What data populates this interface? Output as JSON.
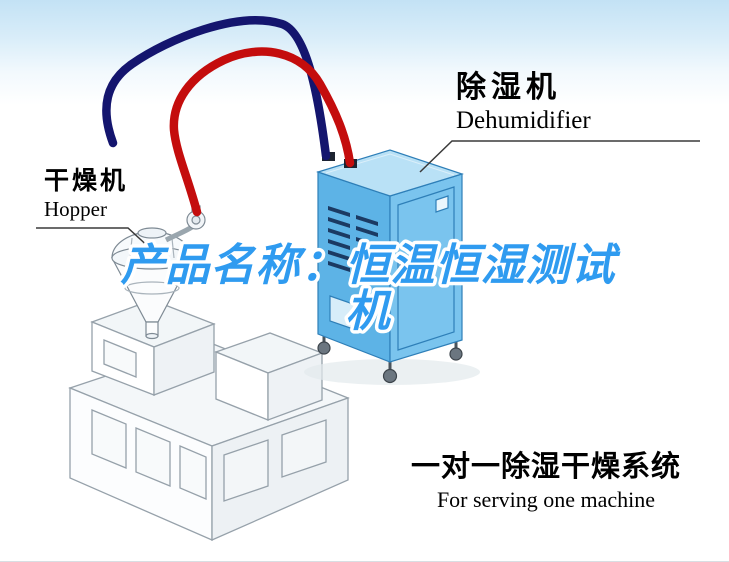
{
  "labels": {
    "dehumidifier": {
      "cn": "除湿机",
      "en": "Dehumidifier"
    },
    "hopper": {
      "cn": "干燥机",
      "en": "Hopper"
    }
  },
  "title": {
    "line1": "产品名称：恒温恒湿测试",
    "line2": "机",
    "color": "#2f9bf0"
  },
  "caption": {
    "cn": "一对一除湿干燥系统",
    "en": "For serving one machine"
  },
  "colors": {
    "pipe_red": "#c40d0d",
    "pipe_navy": "#14156e",
    "machine_blue_top": "#b9e1f6",
    "machine_blue_left": "#5db3e6",
    "machine_blue_right": "#7ac4ee",
    "machine_outline": "#2e7fb8",
    "vent_dark": "#1b3a63",
    "sky_band": "#c3e2f5"
  }
}
